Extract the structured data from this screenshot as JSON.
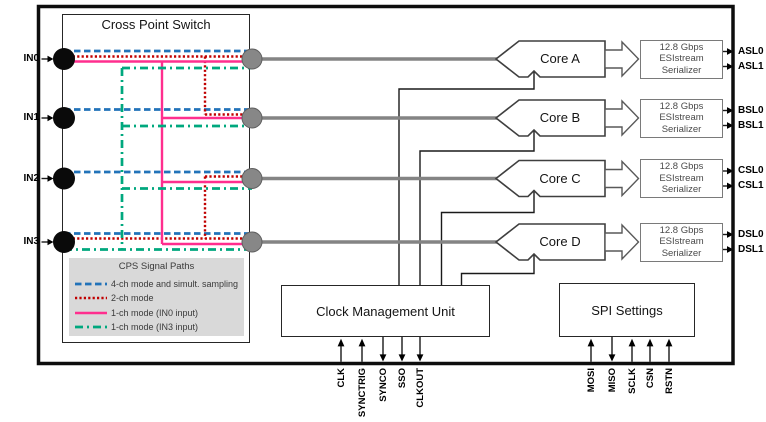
{
  "colors": {
    "path_4ch": "#2273B9",
    "path_2ch": "#C00000",
    "path_1ch_in0": "#FF2E8E",
    "path_1ch_in3": "#00A87E",
    "wire_gray": "#848484"
  },
  "cps": {
    "title": "Cross Point Switch",
    "inputs": [
      "IN0",
      "IN1",
      "IN2",
      "IN3"
    ]
  },
  "legend": {
    "title": "CPS Signal Paths",
    "items": [
      {
        "label": "4-ch mode and simult. sampling",
        "style": "blue-dashed"
      },
      {
        "label": "2-ch mode",
        "style": "red-dotted"
      },
      {
        "label": "1-ch mode (IN0 input)",
        "style": "pink-solid"
      },
      {
        "label": "1-ch mode (IN3 input)",
        "style": "green-dashdot"
      }
    ]
  },
  "cores": [
    {
      "label": "Core A"
    },
    {
      "label": "Core B"
    },
    {
      "label": "Core C"
    },
    {
      "label": "Core D"
    }
  ],
  "serializers": [
    {
      "lines": [
        "12.8 Gbps",
        "ESIstream",
        "Serializer"
      ],
      "outputs": [
        "ASL0",
        "ASL1"
      ]
    },
    {
      "lines": [
        "12.8 Gbps",
        "ESIstream",
        "Serializer"
      ],
      "outputs": [
        "BSL0",
        "BSL1"
      ]
    },
    {
      "lines": [
        "12.8 Gbps",
        "ESIstream",
        "Serializer"
      ],
      "outputs": [
        "CSL0",
        "CSL1"
      ]
    },
    {
      "lines": [
        "12.8 Gbps",
        "ESIstream",
        "Serializer"
      ],
      "outputs": [
        "DSL0",
        "DSL1"
      ]
    }
  ],
  "cmu": {
    "title": "Clock Management Unit",
    "pins": [
      {
        "label": "CLK",
        "dir": "in"
      },
      {
        "label": "SYNCTRIG",
        "dir": "in"
      },
      {
        "label": "SYNCO",
        "dir": "out"
      },
      {
        "label": "SSO",
        "dir": "out"
      },
      {
        "label": "CLKOUT",
        "dir": "out"
      }
    ]
  },
  "spi": {
    "title": "SPI Settings",
    "pins": [
      {
        "label": "MOSI",
        "dir": "in"
      },
      {
        "label": "MISO",
        "dir": "out"
      },
      {
        "label": "SCLK",
        "dir": "in"
      },
      {
        "label": "CSN",
        "dir": "in"
      },
      {
        "label": "RSTN",
        "dir": "in"
      }
    ]
  }
}
